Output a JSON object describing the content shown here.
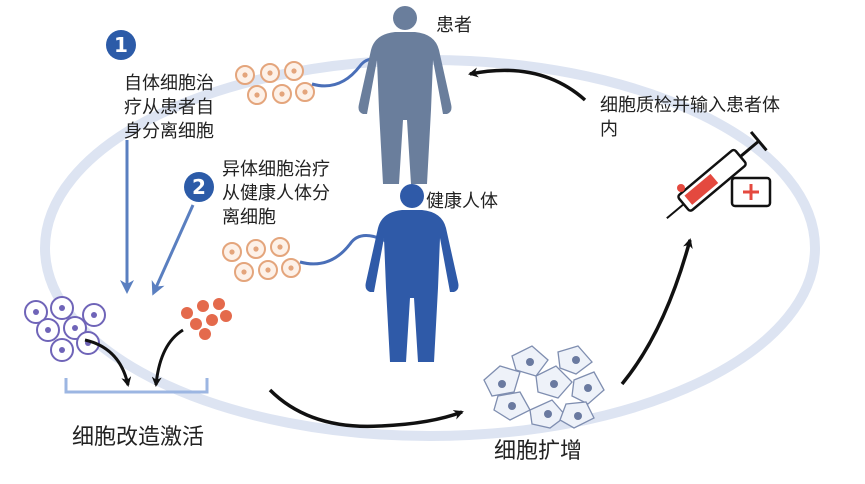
{
  "labels": {
    "patient": "患者",
    "healthy": "健康人体",
    "qc": "细胞质检并输入患者体内",
    "autologous": "自体细胞治疗从患者自身分离细胞",
    "allogeneic": "异体细胞治疗从健康人体分离细胞",
    "modify": "细胞改造激活",
    "expand": "细胞扩增"
  },
  "badges": {
    "one": "1",
    "two": "2"
  },
  "colors": {
    "cycle": "#dde4f2",
    "arrow_blue": "#5a7fc0",
    "arrow_black": "#111111",
    "patient_body": "#6a7e9c",
    "healthy_body": "#2f5aa8",
    "cell_peach": "#e4a57c",
    "cell_red": "#e46a4c",
    "cell_purple": "#6f64b8",
    "badge": "#2c5ba8"
  },
  "icons": {
    "patient": "human-figure-icon",
    "healthy": "human-figure-icon",
    "syringe": "syringe-icon",
    "medkit": "medical-kit-icon"
  }
}
